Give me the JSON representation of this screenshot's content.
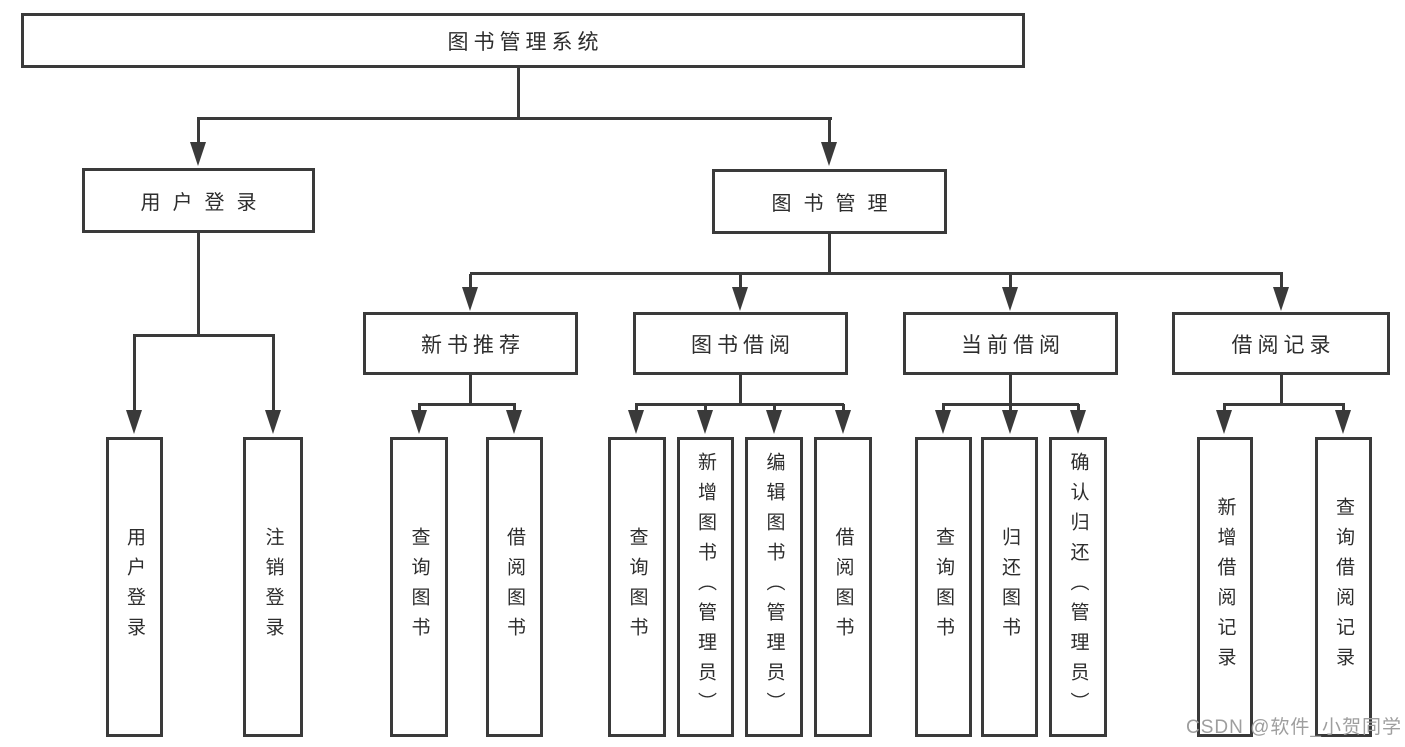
{
  "tree": {
    "root": {
      "label": "图书管理系统"
    },
    "branches": {
      "userLogin": {
        "label": "用户登录",
        "leaves": {
          "userLogin": "用户登录",
          "logout": "注销登录"
        }
      },
      "bookMgmt": {
        "label": "图书管理",
        "groups": {
          "newBook": {
            "label": "新书推荐",
            "leaves": {
              "queryBook": "查询图书",
              "borrowBook": "借阅图书"
            }
          },
          "bookBorrow": {
            "label": "图书借阅",
            "leaves": {
              "queryBook": "查询图书",
              "addBook": "新增图书（管理员）",
              "editBook": "编辑图书（管理员）",
              "borrowBook": "借阅图书"
            }
          },
          "currentBorrow": {
            "label": "当前借阅",
            "leaves": {
              "queryBook": "查询图书",
              "returnBook": "归还图书",
              "confirmReturn": "确认归还（管理员）"
            }
          },
          "borrowRecord": {
            "label": "借阅记录",
            "leaves": {
              "addRecord": "新增借阅记录",
              "queryRecord": "查询借阅记录"
            }
          }
        }
      }
    }
  },
  "watermark": {
    "text": "CSDN @软件_小贺同学"
  },
  "colors": {
    "line": "#3a3a3a",
    "text": "#2d2d2d",
    "watermark": "#9e9e9e",
    "background": "#ffffff"
  }
}
